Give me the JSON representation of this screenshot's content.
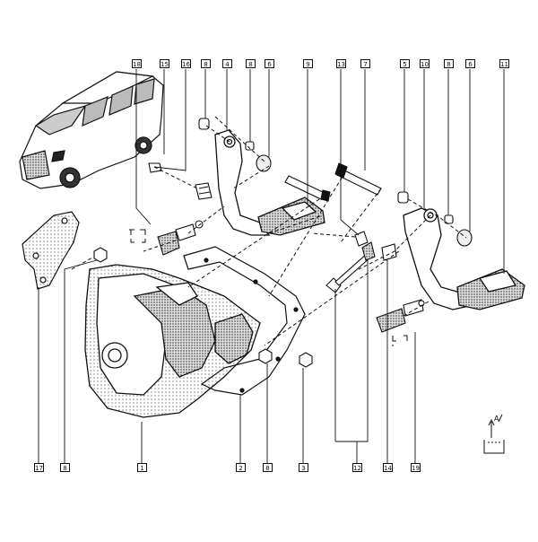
{
  "callouts_top": [
    "18",
    "15",
    "16",
    "8",
    "4",
    "8",
    "6",
    "9",
    "13",
    "7",
    "5",
    "10",
    "8",
    "6",
    "11"
  ],
  "callouts_bottom": [
    "17",
    "8",
    "1",
    "2",
    "8",
    "3",
    "12",
    "14",
    "19"
  ],
  "arrow_label": "A"
}
